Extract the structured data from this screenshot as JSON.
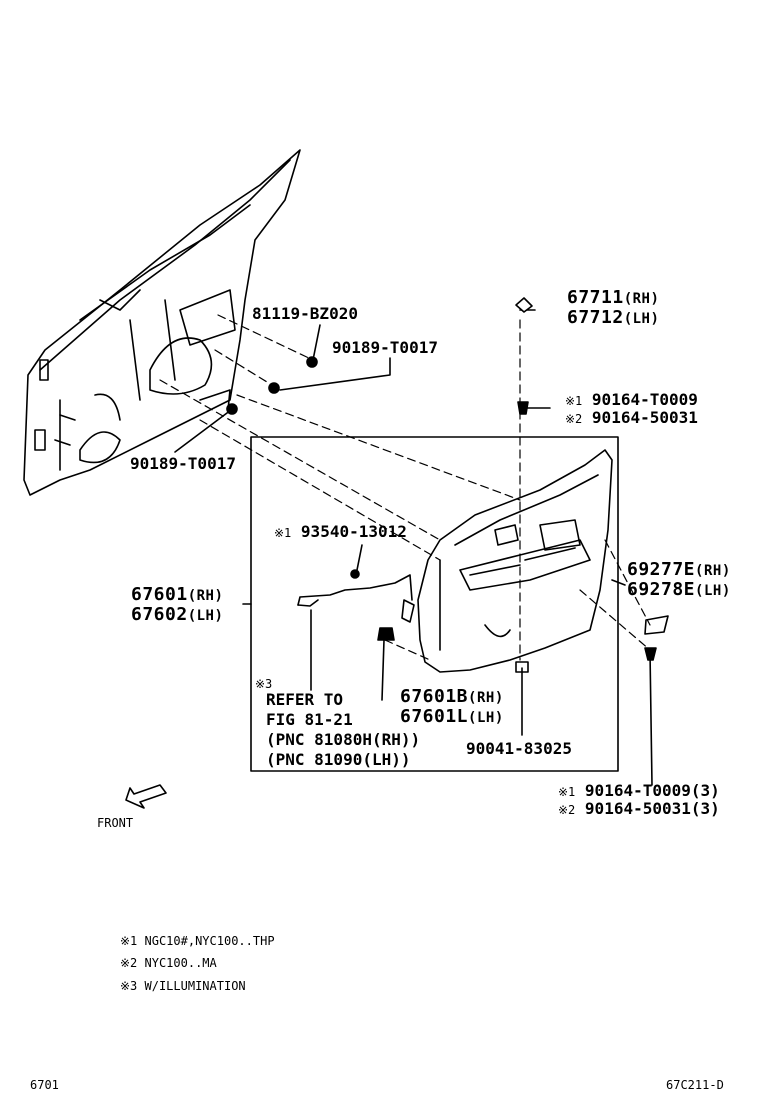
{
  "parts": {
    "p81119": "81119-BZ020",
    "p90189_upper": "90189-T0017",
    "p90189_lower": "90189-T0017",
    "p67711": "67711",
    "p67711_side": "(RH)",
    "p67712": "67712",
    "p67712_side": "(LH)",
    "p90164_a_mark": "※1",
    "p90164_a": "90164-T0009",
    "p90164_b_mark": "※2",
    "p90164_b": "90164-50031",
    "p93540_mark": "※1",
    "p93540": "93540-13012",
    "p67601": "67601",
    "p67601_side": "(RH)",
    "p67602": "67602",
    "p67602_side": "(LH)",
    "p69277": "69277E",
    "p69277_side": "(RH)",
    "p69278": "69278E",
    "p69278_side": "(LH)",
    "p67601B": "67601B",
    "p67601B_side": "(RH)",
    "p67601L": "67601L",
    "p67601L_side": "(LH)",
    "p90041": "90041-83025",
    "p90164_c_mark": "※1",
    "p90164_c": "90164-T0009(3)",
    "p90164_d_mark": "※2",
    "p90164_d": "90164-50031(3)",
    "refer_mark": "※3",
    "refer_line1": "REFER TO",
    "refer_line2": "FIG 81-21",
    "refer_line3": "(PNC 81080H(RH))",
    "refer_line4": "(PNC 81090(LH))",
    "front": "FRONT"
  },
  "notes": [
    "※1 NGC10#,NYC100..THP",
    "※2 NYC100..MA",
    "※3 W/ILLUMINATION"
  ],
  "footer": {
    "left": "6701",
    "right": "67C211-D"
  }
}
